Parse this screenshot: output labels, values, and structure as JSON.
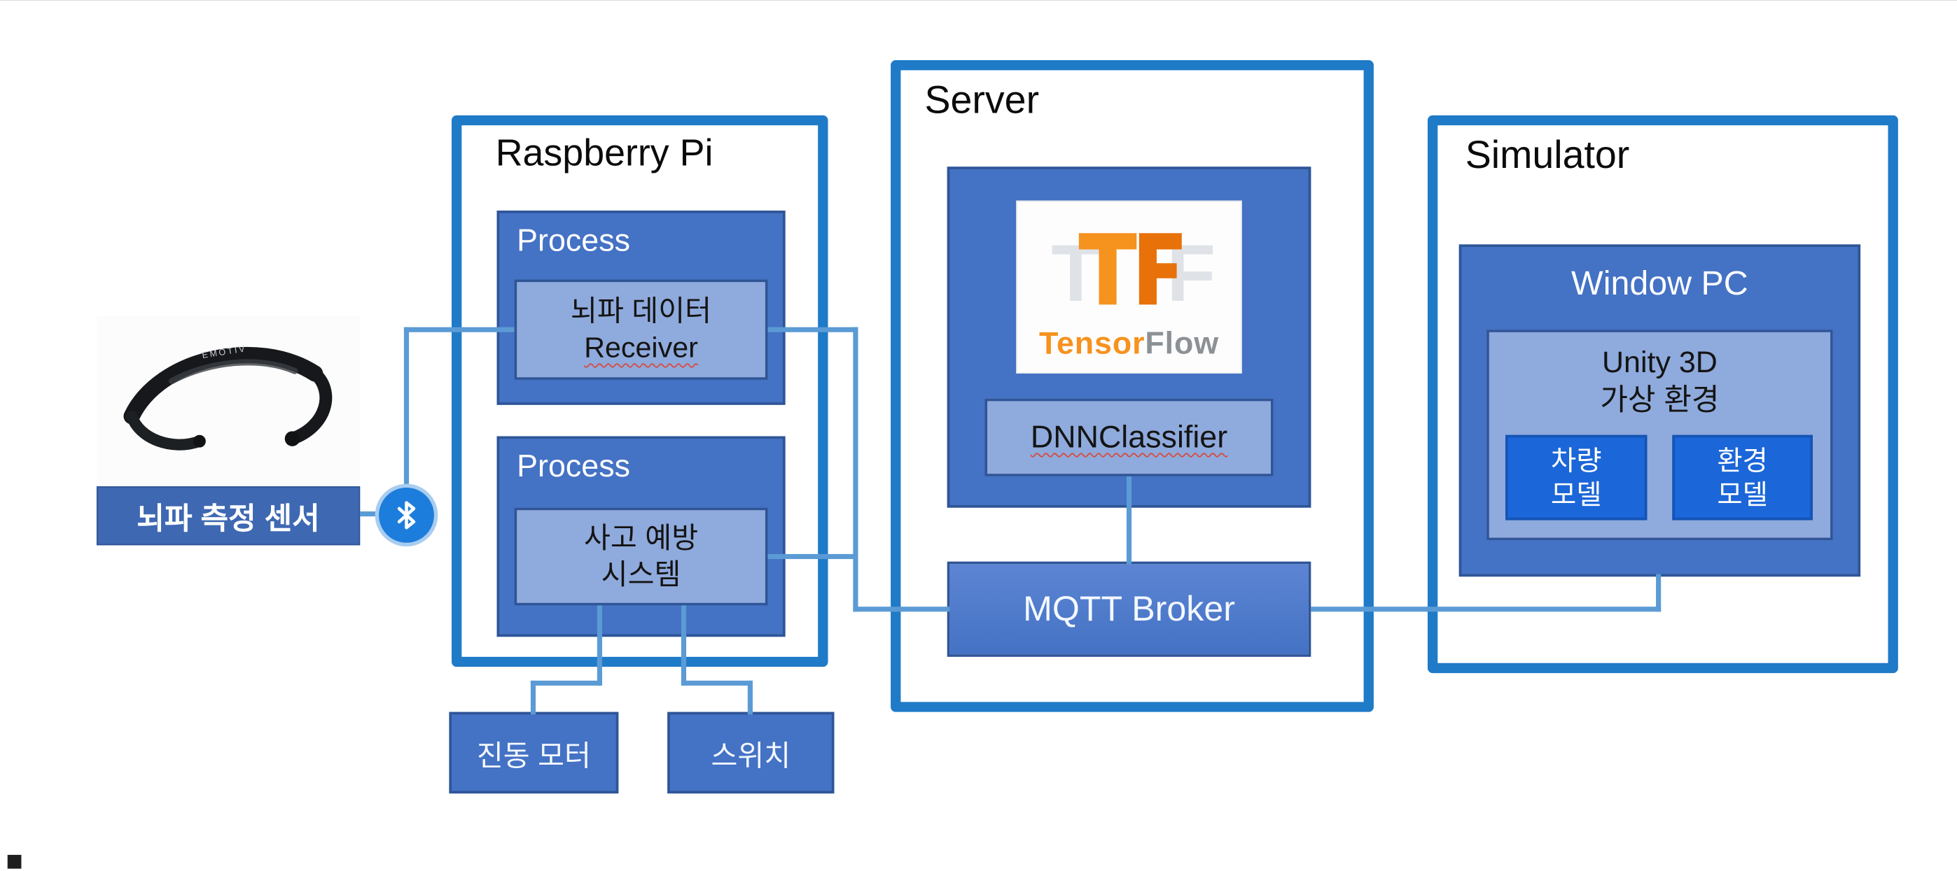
{
  "colors": {
    "container_border": "#1F7AC8",
    "box_fill": "#4472C4",
    "box_border": "#2F5597",
    "inner_fill": "#8FAADC",
    "bright_fill": "#1B66D8",
    "connector": "#5B9BD5",
    "tf_orange": "#F6921E",
    "tf_orange_dark": "#E8710A",
    "tf_gray": "#8C9196",
    "bluetooth_blue": "#1D7DDC"
  },
  "sensor": {
    "brand": "EMOTIV",
    "label": "뇌파 측정 센서"
  },
  "raspberry_pi": {
    "title": "Raspberry Pi",
    "process_top": {
      "label": "Process",
      "line1": "뇌파 데이터",
      "line2": "Receiver"
    },
    "process_bottom": {
      "label": "Process",
      "line1": "사고 예방",
      "line2": "시스템"
    },
    "motor": "진동 모터",
    "switch": "스위치"
  },
  "server": {
    "title": "Server",
    "tensorflow": {
      "tensor": "Tensor",
      "flow": "Flow"
    },
    "classifier": "DNNClassifier",
    "broker": "MQTT Broker"
  },
  "simulator": {
    "title": "Simulator",
    "pc_title": "Window PC",
    "unity": {
      "line1": "Unity 3D",
      "line2": "가상 환경"
    },
    "vehicle": {
      "line1": "차량",
      "line2": "모델"
    },
    "environment": {
      "line1": "환경",
      "line2": "모델"
    }
  }
}
